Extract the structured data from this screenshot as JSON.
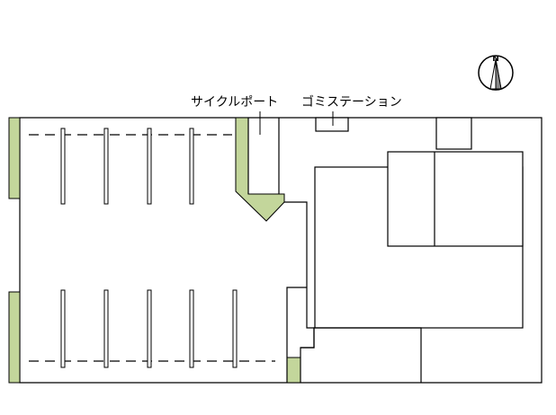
{
  "labels": {
    "cycle_port": "サイクルポート",
    "garbage_station": "ゴミステーション",
    "north_letter": "N"
  },
  "icons": {
    "compass": "north-arrow-icon"
  },
  "colors": {
    "line": "#000000",
    "green_area": "#c3d69b",
    "background": "#ffffff"
  }
}
